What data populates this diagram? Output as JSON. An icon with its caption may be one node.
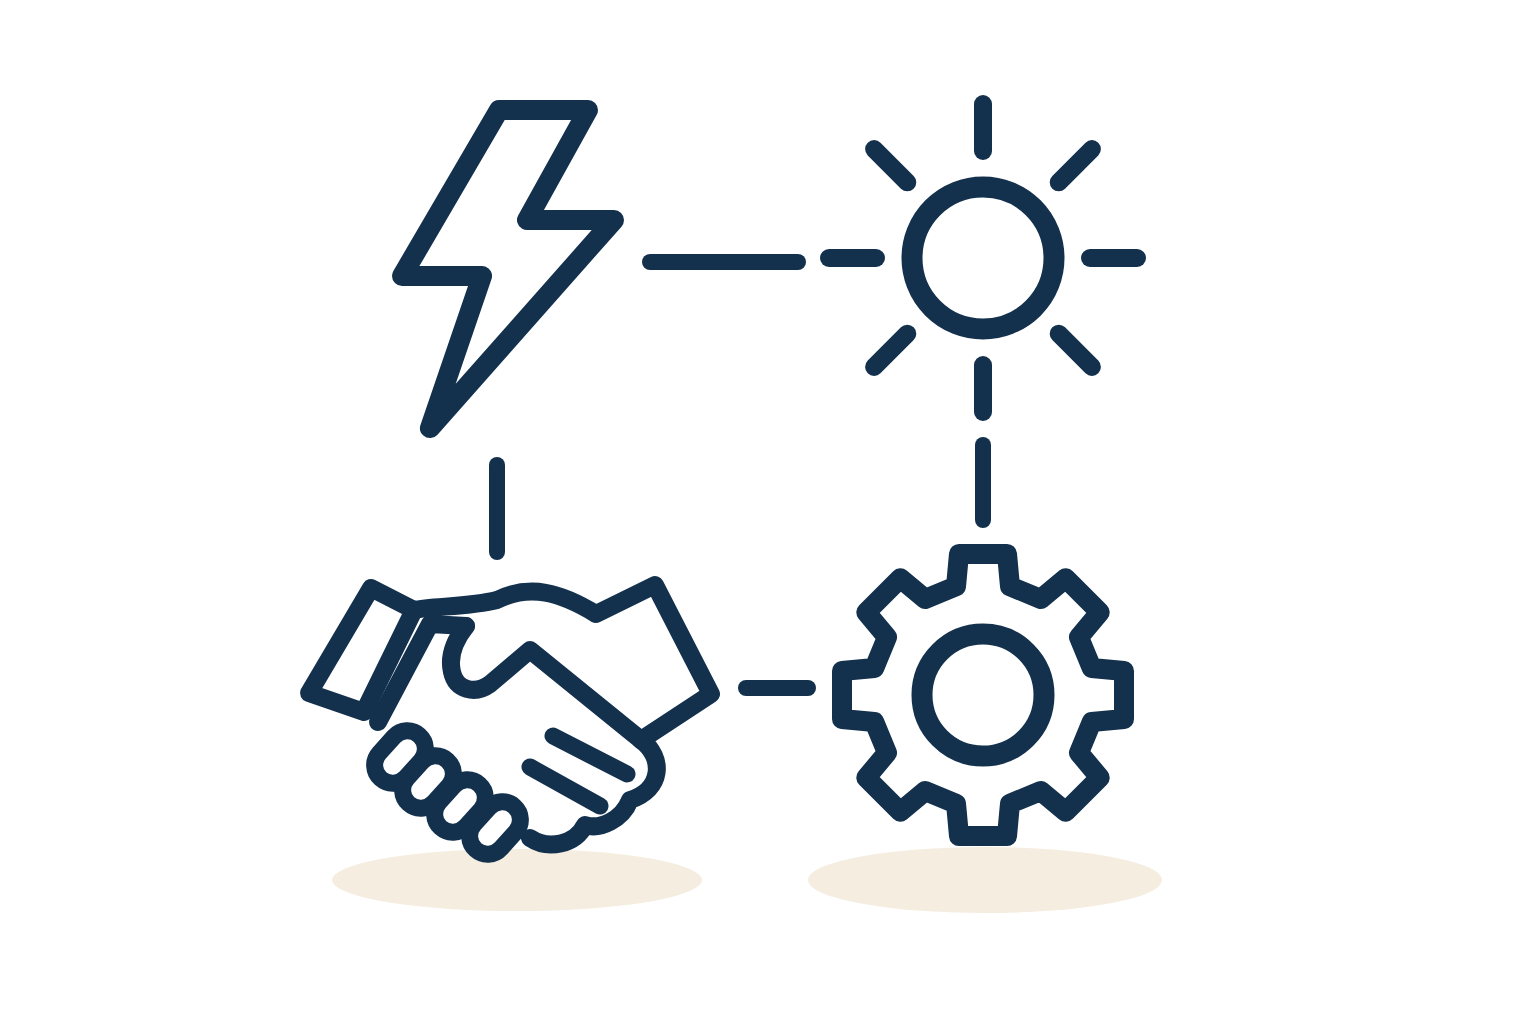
{
  "diagram": {
    "nodes": [
      {
        "text": [],
        "shape": "picture"
      },
      {
        "text": [],
        "shape": "picture"
      },
      {
        "text": [],
        "shape": "picture"
      },
      {
        "text": [],
        "shape": "picture"
      }
    ],
    "edges": [
      {
        "from": 0,
        "to": 1,
        "arrow": "none"
      },
      {
        "from": 0,
        "to": 2,
        "arrow": "none"
      },
      {
        "from": 1,
        "to": 3,
        "arrow": "none"
      },
      {
        "from": 2,
        "to": 3,
        "arrow": "none"
      }
    ]
  }
}
